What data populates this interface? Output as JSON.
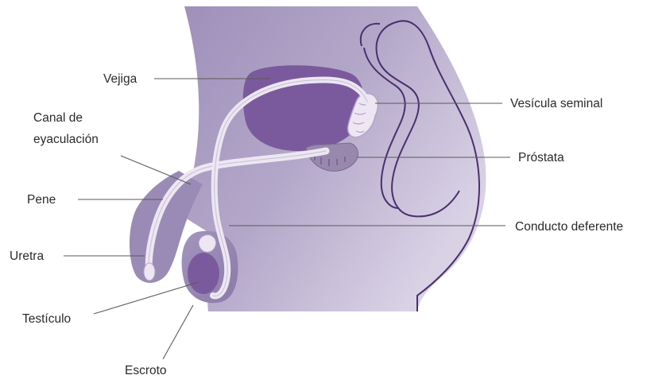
{
  "labels": {
    "vejiga": "Vejiga",
    "canal_line1": "Canal de",
    "canal_line2": "eyaculación",
    "pene": "Pene",
    "uretra": "Uretra",
    "testiculo": "Testículo",
    "escroto": "Escroto",
    "vesicula": "Vesícula seminal",
    "prostata": "Próstata",
    "conducto": "Conducto deferente"
  },
  "colors": {
    "body_light": "#d8d0e4",
    "body_mid": "#a89ac0",
    "body_dark": "#8e7fb0",
    "organ": "#7a5a9c",
    "outline": "#4a2f6e",
    "duct": "#ece7f2",
    "prostate": "#9888ad"
  }
}
